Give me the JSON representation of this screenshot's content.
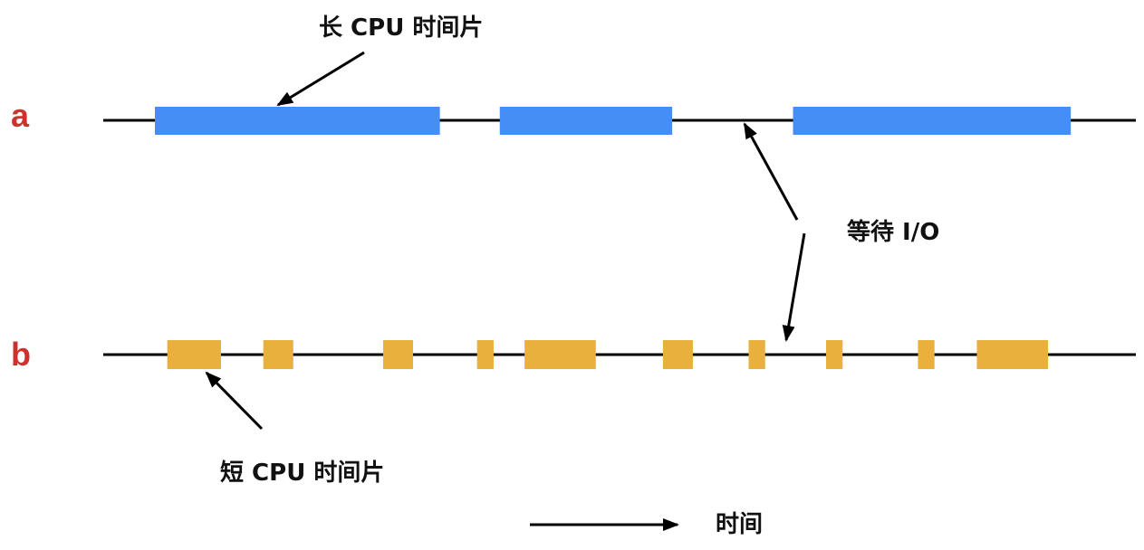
{
  "colors": {
    "row_label": "#d0312d",
    "long_burst": "#448ef6",
    "short_burst": "#e9b03b",
    "line": "#000000"
  },
  "rows": [
    {
      "label": "a",
      "description": "long CPU bursts",
      "bursts": [
        [
          0.05,
          0.326
        ],
        [
          0.384,
          0.551
        ],
        [
          0.668,
          0.937
        ]
      ]
    },
    {
      "label": "b",
      "description": "short CPU bursts",
      "bursts": [
        [
          0.062,
          0.114
        ],
        [
          0.155,
          0.184
        ],
        [
          0.271,
          0.3
        ],
        [
          0.362,
          0.378
        ],
        [
          0.408,
          0.477
        ],
        [
          0.542,
          0.571
        ],
        [
          0.625,
          0.641
        ],
        [
          0.7,
          0.716
        ],
        [
          0.789,
          0.805
        ],
        [
          0.846,
          0.915
        ]
      ]
    }
  ],
  "annotations": {
    "long_cpu": "长 CPU 时间片",
    "short_cpu": "短 CPU 时间片",
    "wait_io": "等待 I/O",
    "time_axis": "时间"
  }
}
